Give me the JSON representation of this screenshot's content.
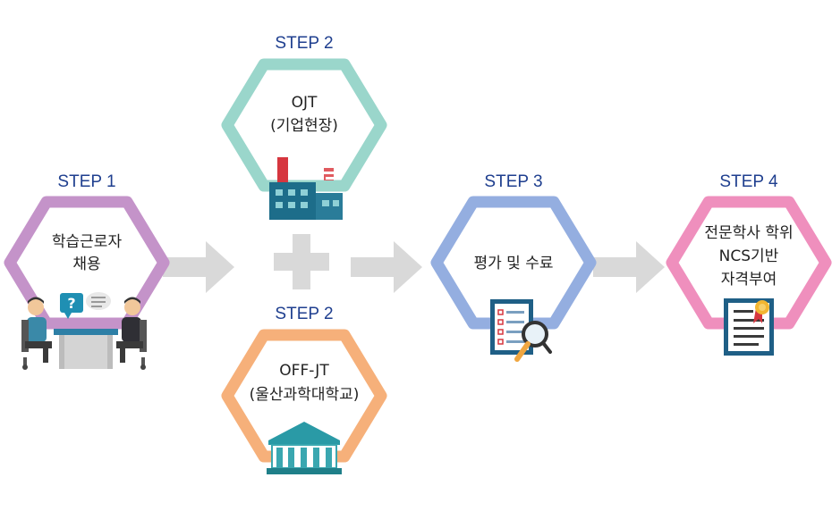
{
  "steps": {
    "step1": {
      "label": "STEP 1",
      "lines": [
        "학습근로자",
        "채용"
      ],
      "color": "#c493c9",
      "icon": "interview-icon"
    },
    "step2a": {
      "label": "STEP 2",
      "lines": [
        "OJT",
        "(기업현장)"
      ],
      "color": "#9ad6cb",
      "icon": "factory-icon"
    },
    "step2b": {
      "label": "STEP 2",
      "lines": [
        "OFF-JT",
        "(울산과학대학교)"
      ],
      "color": "#f6b07a",
      "icon": "university-building-icon"
    },
    "step3": {
      "label": "STEP 3",
      "lines": [
        "평가 및 수료"
      ],
      "color": "#94aee0",
      "icon": "checklist-magnifier-icon"
    },
    "step4": {
      "label": "STEP 4",
      "lines": [
        "전문학사 학위",
        "NCS기반",
        "자격부여"
      ],
      "color": "#ef8fbd",
      "icon": "certificate-icon"
    }
  },
  "colors": {
    "step_label": "#1f3f8f",
    "arrow": "#d9d9d9",
    "plus": "#d9d9d9"
  }
}
